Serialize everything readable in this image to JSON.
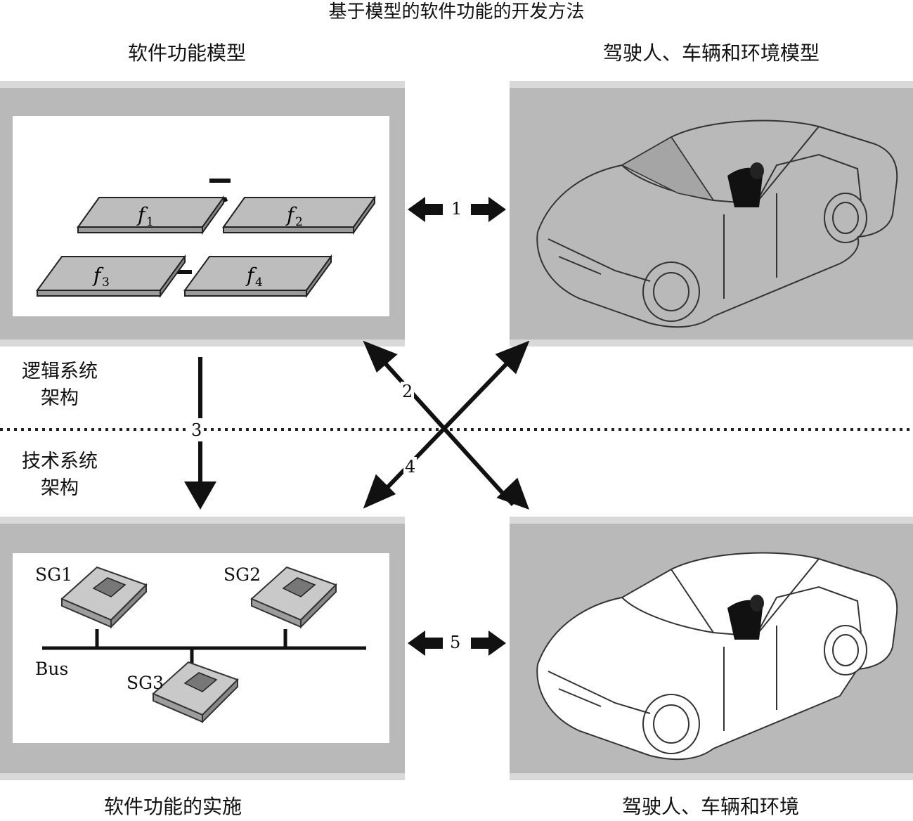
{
  "title": "基于模型的软件功能的开发方法",
  "quadrants": {
    "top_left": "软件功能模型",
    "top_right": "驾驶人、车辆和环境模型",
    "bottom_left": "软件功能的实施",
    "bottom_right": "驾驶人、车辆和环境"
  },
  "side_labels": {
    "upper": [
      "逻辑系统",
      "架构"
    ],
    "lower": [
      "技术系统",
      "架构"
    ]
  },
  "arrow_numbers": [
    "1",
    "2",
    "3",
    "4",
    "5"
  ],
  "functions": [
    {
      "base": "f",
      "sub": "1"
    },
    {
      "base": "f",
      "sub": "2"
    },
    {
      "base": "f",
      "sub": "3"
    },
    {
      "base": "f",
      "sub": "4"
    }
  ],
  "ecus": [
    "SG1",
    "SG2",
    "SG3"
  ],
  "bus_label": "Bus"
}
